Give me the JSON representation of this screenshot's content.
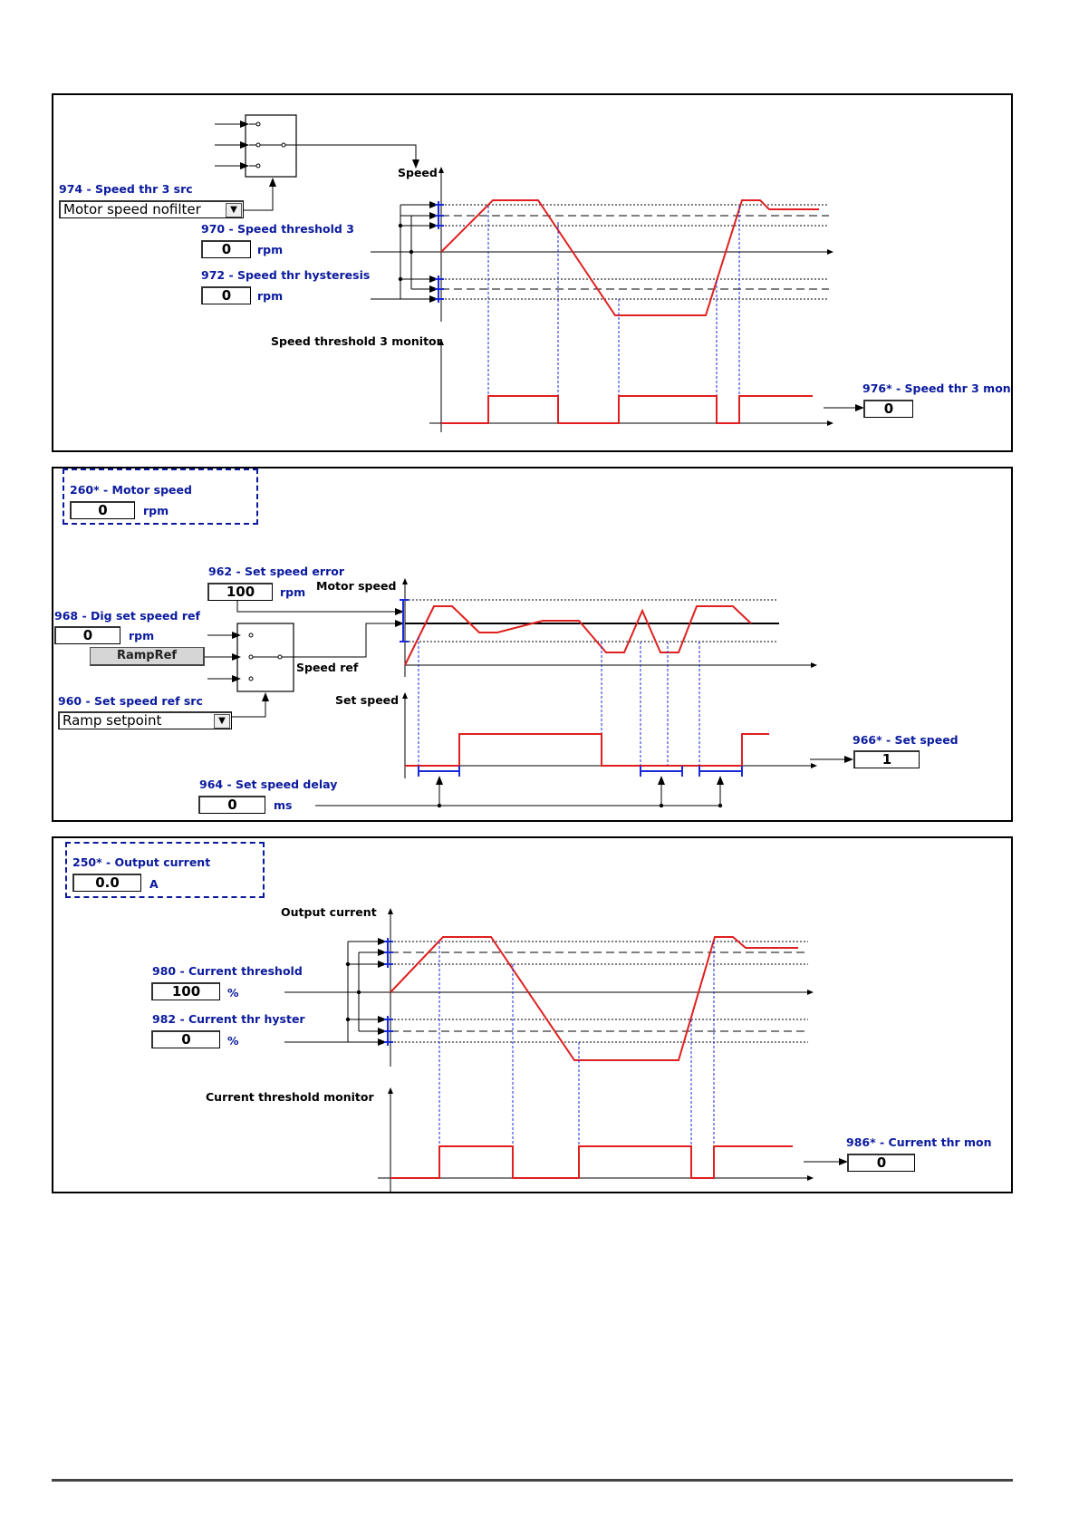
{
  "panel1": {
    "src_label": "974 - Speed thr 3 src",
    "src_value": "Motor speed nofilter",
    "thr_label": "970 - Speed threshold 3",
    "thr_value": "0",
    "thr_unit": "rpm",
    "hyst_label": "972 - Speed thr hysteresis",
    "hyst_value": "0",
    "hyst_unit": "rpm",
    "axis_top": "Speed",
    "axis_bottom": "Speed threshold 3 monitor",
    "mon_label": "976* - Speed thr 3 mon",
    "mon_value": "0"
  },
  "panel2": {
    "box_label": "260* - Motor speed",
    "box_value": "0",
    "box_unit": "rpm",
    "err_label": "962 - Set speed error",
    "err_value": "100",
    "err_unit": "rpm",
    "axis_top": "Motor speed",
    "dig_label": "968 - Dig set speed ref",
    "dig_value": "0",
    "dig_unit": "rpm",
    "ramp_button": "RampRef",
    "speed_ref": "Speed ref",
    "src_label": "960 - Set speed ref src",
    "src_value": "Ramp setpoint",
    "axis_bottom": "Set speed",
    "delay_label": "964 - Set speed delay",
    "delay_value": "0",
    "delay_unit": "ms",
    "mon_label": "966* - Set speed",
    "mon_value": "1"
  },
  "panel3": {
    "box_label": "250* - Output current",
    "box_value": "0.0",
    "box_unit": "A",
    "axis_top": "Output current",
    "thr_label": "980 - Current threshold",
    "thr_value": "100",
    "thr_unit": "%",
    "hyst_label": "982 - Current thr hyster",
    "hyst_value": "0",
    "hyst_unit": "%",
    "axis_bottom": "Current threshold monitor",
    "mon_label": "986* - Current thr mon",
    "mon_value": "0"
  },
  "colors": {
    "signal": "#e02020",
    "marker": "#1a2ad8",
    "label": "#0a1a9e"
  }
}
